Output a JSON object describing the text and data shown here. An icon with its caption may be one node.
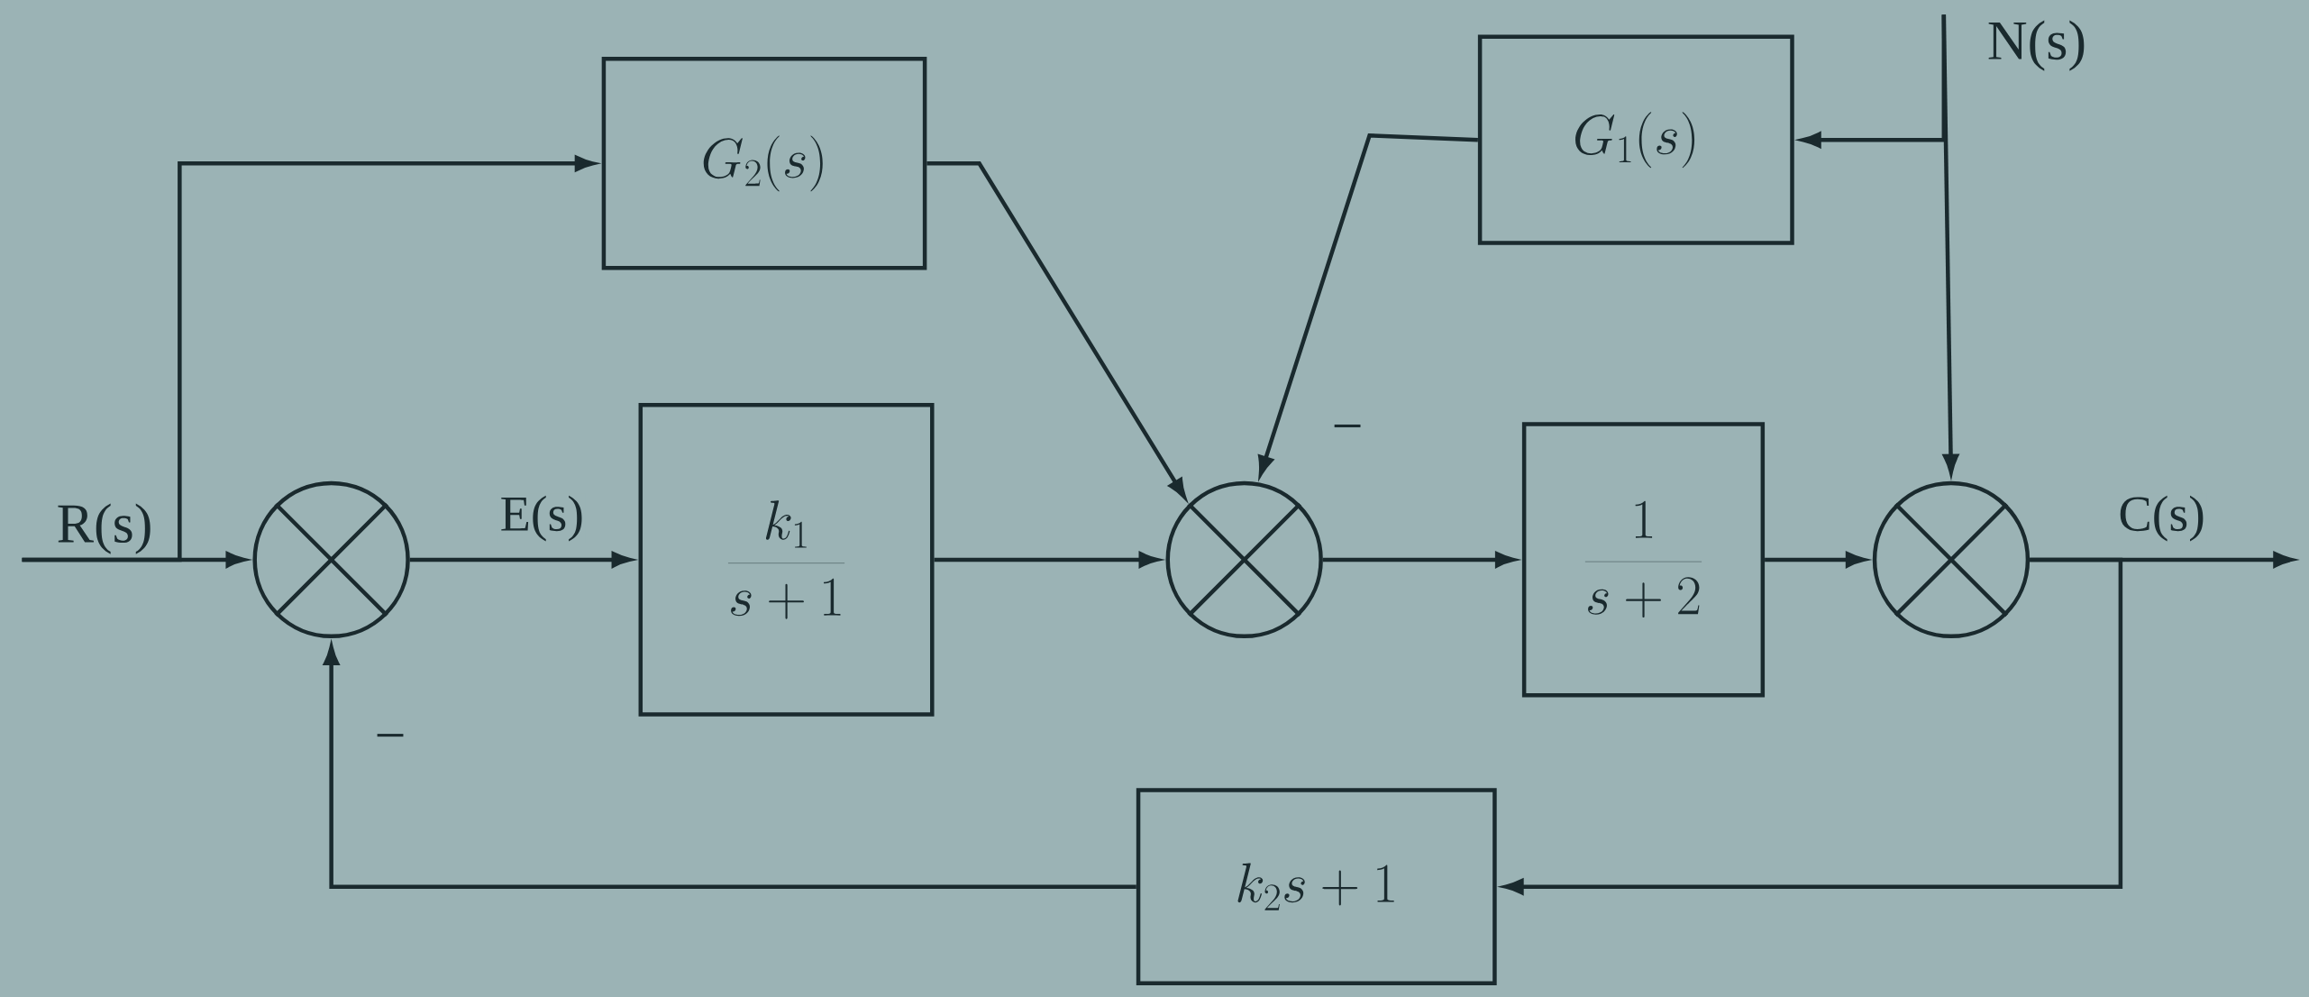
{
  "diagram": {
    "nodes": [
      {
        "text": [
          "G_2(s)"
        ]
      },
      {
        "text": [
          "G_1(s)"
        ]
      },
      {
        "text": [
          "N(s)"
        ]
      },
      {
        "text": [
          "R(s)"
        ]
      },
      {
        "text": [],
        "shape": "circle"
      },
      {
        "text": [
          "\\frac{k_1}{s+1}"
        ]
      },
      {
        "text": [],
        "shape": "circle"
      },
      {
        "text": [
          "\\frac{1}{s+2}"
        ]
      },
      {
        "text": [],
        "shape": "circle"
      },
      {
        "text": [
          "k_2s+1"
        ]
      }
    ],
    "edges": [
      {
        "from": 3,
        "to": 4,
        "arrow": "to"
      },
      {
        "from": 3,
        "to": 0,
        "arrow": "to"
      },
      {
        "from": 4,
        "to": 5,
        "arrow": "to",
        "label": "E(s)"
      },
      {
        "from": 0,
        "to": 6,
        "arrow": "to"
      },
      {
        "from": 1,
        "to": 6,
        "arrow": "to"
      },
      {
        "from": 2,
        "to": 1,
        "arrow": "to"
      },
      {
        "from": 2,
        "to": 8,
        "arrow": "to"
      },
      {
        "from": 5,
        "to": 6,
        "arrow": "to"
      },
      {
        "from": 6,
        "to": 7,
        "arrow": "to"
      },
      {
        "from": 7,
        "to": 8,
        "arrow": "to"
      },
      {
        "from": 8,
        "to": null,
        "arrow": "to",
        "label": "C(s)"
      },
      {
        "from": 8,
        "to": 9,
        "arrow": "to"
      },
      {
        "from": 9,
        "to": 4,
        "arrow": "to"
      }
    ],
    "labels": [
      "−",
      "−"
    ]
  }
}
